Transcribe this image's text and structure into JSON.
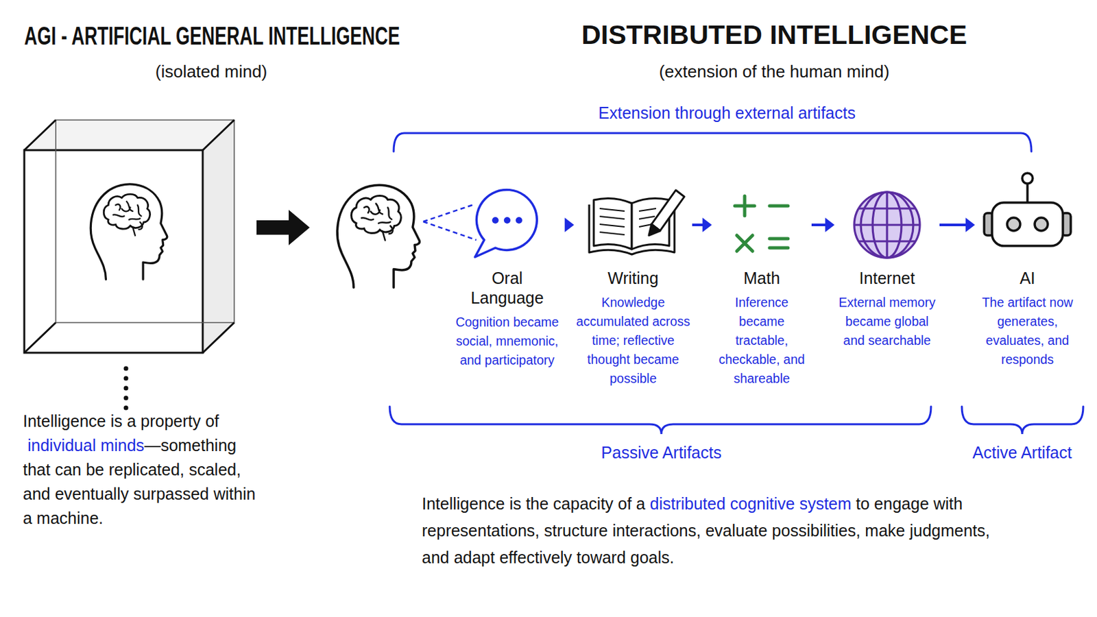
{
  "diagram": {
    "nodes": [
      {
        "text": [
          "Oral Language",
          "Cognition became social, mnemonic, and participatory"
        ]
      },
      {
        "text": [
          "Writing",
          "Knowledge accumulated across time; reflective thought became possible"
        ]
      },
      {
        "text": [
          "Math",
          "Inference became tractable, checkable, and shareable"
        ]
      },
      {
        "text": [
          "Internet",
          "External memory became global and searchable"
        ]
      },
      {
        "text": [
          "AI",
          "The artifact now generates, evaluates, and responds"
        ]
      }
    ],
    "edges": [
      {
        "from": 0,
        "to": 1,
        "arrow": "to"
      },
      {
        "from": 1,
        "to": 2,
        "arrow": "to"
      },
      {
        "from": 2,
        "to": 3,
        "arrow": "to"
      },
      {
        "from": 3,
        "to": 4,
        "arrow": "to"
      }
    ],
    "labels": [
      "AGI - ARTIFICIAL GENERAL INTELLIGENCE",
      "(isolated mind)",
      "DISTRIBUTED INTELLIGENCE",
      "(extension of the human mind)",
      "Extension through external artifacts",
      "Intelligence is a property of",
      "individual minds",
      "—something that can be replicated, scaled, and eventually surpassed within a machine.",
      "Passive Artifacts",
      "Active Artifact",
      "Intelligence is the capacity of a",
      "distributed cognitive system",
      "to engage with representations, structure interactions, evaluate possibilities, make judgments, and adapt effectively toward goals."
    ]
  }
}
